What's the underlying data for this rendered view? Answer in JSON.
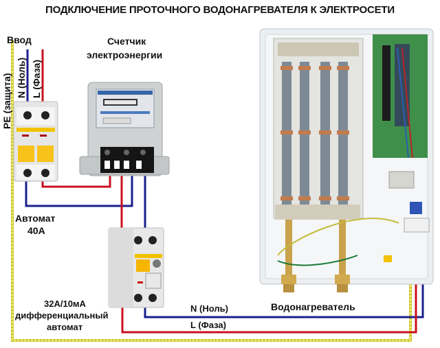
{
  "title": "ПОДКЛЮЧЕНИЕ ПРОТОЧНОГО ВОДОНАГРЕВАТЕЛЯ К ЭЛЕКТРОСЕТИ",
  "labels": {
    "input": "Ввод",
    "pe": "PE (защита)",
    "n_input": "N (Ноль)",
    "l_input": "L (Фаза)",
    "meter_line1": "Счетчик",
    "meter_line2": "электроэнергии",
    "breaker_line1": "Автомат",
    "breaker_line2": "40А",
    "rcbo_line1": "32А/10мА",
    "rcbo_line2": "дифференциальный",
    "rcbo_line3": "автомат",
    "n_output": "N (Ноль)",
    "l_output": "L (Фаза)",
    "heater": "Водонагреватель"
  },
  "colors": {
    "phase": "#c8101e",
    "neutral": "#1a1f8c",
    "pe": "#e8e04a",
    "breaker_accent": "#f2b705"
  }
}
